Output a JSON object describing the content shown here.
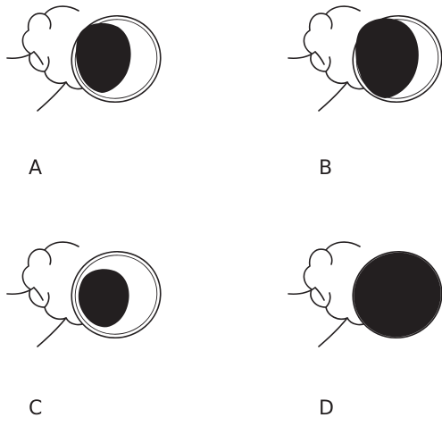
{
  "figure": {
    "panels": [
      {
        "label": "A",
        "pigment_extent": 0.45
      },
      {
        "label": "B",
        "pigment_extent": 0.62
      },
      {
        "label": "C",
        "pigment_extent": 0.38
      },
      {
        "label": "D",
        "pigment_extent": 1.0
      }
    ],
    "colors": {
      "ink": "#231f20",
      "background": "#ffffff"
    }
  }
}
